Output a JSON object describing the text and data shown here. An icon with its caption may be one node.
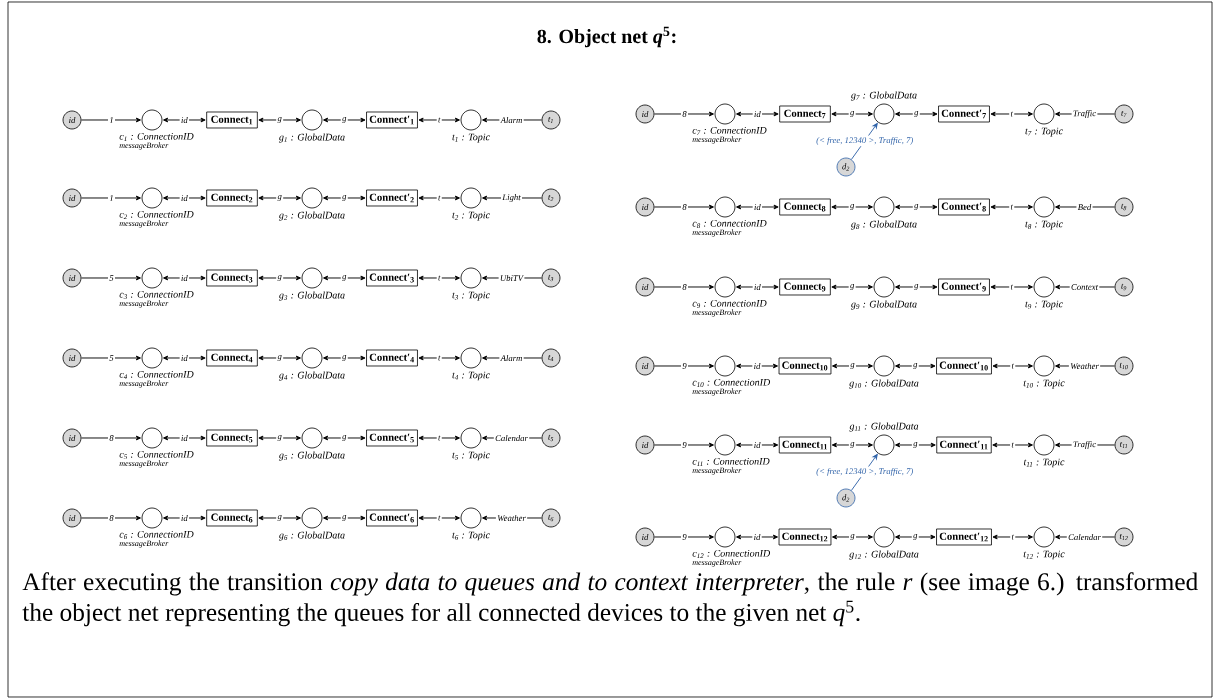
{
  "diagram": {
    "title": "8. Object net *q*$^{5}$:",
    "caption": "After executing the transition *copy data to queues and to context interpreter*, the rule *r* (see image 6.) transformed the object net representing the queues for all connected devices to the given net *q*$^{5}$.",
    "nodes": [
      {
        "text": [
          "id"
        ]
      },
      {
        "text": [],
        "shape": "circle",
        "beside": [
          "c$_{1}$ : ConnectionID",
          "messageBroker"
        ]
      },
      {
        "text": [
          "Connect$_{1}$"
        ]
      },
      {
        "text": [],
        "shape": "circle",
        "beside": [
          "g$_{1}$ : GlobalData"
        ]
      },
      {
        "text": [
          "Connect′$_{1}$"
        ]
      },
      {
        "text": [],
        "shape": "circle",
        "beside": [
          "t$_{1}$ : Topic"
        ]
      },
      {
        "text": [
          "t$_{1}$"
        ]
      },
      {
        "text": [
          "id"
        ]
      },
      {
        "text": [],
        "shape": "circle",
        "beside": [
          "c$_{2}$ : ConnectionID",
          "messageBroker"
        ]
      },
      {
        "text": [
          "Connect$_{2}$"
        ]
      },
      {
        "text": [],
        "shape": "circle",
        "beside": [
          "g$_{2}$ : GlobalData"
        ]
      },
      {
        "text": [
          "Connect′$_{2}$"
        ]
      },
      {
        "text": [],
        "shape": "circle",
        "beside": [
          "t$_{2}$ : Topic"
        ]
      },
      {
        "text": [
          "t$_{2}$"
        ]
      },
      {
        "text": [
          "id"
        ]
      },
      {
        "text": [],
        "shape": "circle",
        "beside": [
          "c$_{3}$ : ConnectionID",
          "messageBroker"
        ]
      },
      {
        "text": [
          "Connect$_{3}$"
        ]
      },
      {
        "text": [],
        "shape": "circle",
        "beside": [
          "g$_{3}$ : GlobalData"
        ]
      },
      {
        "text": [
          "Connect′$_{3}$"
        ]
      },
      {
        "text": [],
        "shape": "circle",
        "beside": [
          "t$_{3}$ : Topic"
        ]
      },
      {
        "text": [
          "t$_{3}$"
        ]
      },
      {
        "text": [
          "id"
        ]
      },
      {
        "text": [],
        "shape": "circle",
        "beside": [
          "c$_{4}$ : ConnectionID",
          "messageBroker"
        ]
      },
      {
        "text": [
          "Connect$_{4}$"
        ]
      },
      {
        "text": [],
        "shape": "circle",
        "beside": [
          "g$_{4}$ : GlobalData"
        ]
      },
      {
        "text": [
          "Connect′$_{4}$"
        ]
      },
      {
        "text": [],
        "shape": "circle",
        "beside": [
          "t$_{4}$ : Topic"
        ]
      },
      {
        "text": [
          "t$_{4}$"
        ]
      },
      {
        "text": [
          "id"
        ]
      },
      {
        "text": [],
        "shape": "circle",
        "beside": [
          "c$_{5}$ : ConnectionID",
          "messageBroker"
        ]
      },
      {
        "text": [
          "Connect$_{5}$"
        ]
      },
      {
        "text": [],
        "shape": "circle",
        "beside": [
          "g$_{5}$ : GlobalData"
        ]
      },
      {
        "text": [
          "Connect′$_{5}$"
        ]
      },
      {
        "text": [],
        "shape": "circle",
        "beside": [
          "t$_{5}$ : Topic"
        ]
      },
      {
        "text": [
          "t$_{5}$"
        ]
      },
      {
        "text": [
          "id"
        ]
      },
      {
        "text": [],
        "shape": "circle",
        "beside": [
          "c$_{6}$ : ConnectionID",
          "messageBroker"
        ]
      },
      {
        "text": [
          "Connect$_{6}$"
        ]
      },
      {
        "text": [],
        "shape": "circle",
        "beside": [
          "g$_{6}$ : GlobalData"
        ]
      },
      {
        "text": [
          "Connect′$_{6}$"
        ]
      },
      {
        "text": [],
        "shape": "circle",
        "beside": [
          "t$_{6}$ : Topic"
        ]
      },
      {
        "text": [
          "t$_{6}$"
        ]
      },
      {
        "text": [
          "id"
        ]
      },
      {
        "text": [],
        "shape": "circle",
        "beside": [
          "c$_{7}$ : ConnectionID",
          "messageBroker"
        ]
      },
      {
        "text": [
          "Connect$_{7}$"
        ]
      },
      {
        "text": [],
        "shape": "circle",
        "beside": [
          "g$_{7}$ : GlobalData"
        ]
      },
      {
        "text": [
          "Connect′$_{7}$"
        ]
      },
      {
        "text": [],
        "shape": "circle",
        "beside": [
          "t$_{7}$ : Topic"
        ]
      },
      {
        "text": [
          "t$_{7}$"
        ]
      },
      {
        "text": [
          "d$_{2}$"
        ]
      },
      {
        "text": [
          "id"
        ]
      },
      {
        "text": [],
        "shape": "circle",
        "beside": [
          "c$_{8}$ : ConnectionID",
          "messageBroker"
        ]
      },
      {
        "text": [
          "Connect$_{8}$"
        ]
      },
      {
        "text": [],
        "shape": "circle",
        "beside": [
          "g$_{8}$ : GlobalData"
        ]
      },
      {
        "text": [
          "Connect′$_{8}$"
        ]
      },
      {
        "text": [],
        "shape": "circle",
        "beside": [
          "t$_{8}$ : Topic"
        ]
      },
      {
        "text": [
          "t$_{8}$"
        ]
      },
      {
        "text": [
          "id"
        ]
      },
      {
        "text": [],
        "shape": "circle",
        "beside": [
          "c$_{9}$ : ConnectionID",
          "messageBroker"
        ]
      },
      {
        "text": [
          "Connect$_{9}$"
        ]
      },
      {
        "text": [],
        "shape": "circle",
        "beside": [
          "g$_{9}$ : GlobalData"
        ]
      },
      {
        "text": [
          "Connect′$_{9}$"
        ]
      },
      {
        "text": [],
        "shape": "circle",
        "beside": [
          "t$_{9}$ : Topic"
        ]
      },
      {
        "text": [
          "t$_{9}$"
        ]
      },
      {
        "text": [
          "id"
        ]
      },
      {
        "text": [],
        "shape": "circle",
        "beside": [
          "c$_{10}$ : ConnectionID",
          "messageBroker"
        ]
      },
      {
        "text": [
          "Connect$_{10}$"
        ]
      },
      {
        "text": [],
        "shape": "circle",
        "beside": [
          "g$_{10}$ : GlobalData"
        ]
      },
      {
        "text": [
          "Connect′$_{10}$"
        ]
      },
      {
        "text": [],
        "shape": "circle",
        "beside": [
          "t$_{10}$ : Topic"
        ]
      },
      {
        "text": [
          "t$_{10}$"
        ]
      },
      {
        "text": [
          "id"
        ]
      },
      {
        "text": [],
        "shape": "circle",
        "beside": [
          "c$_{11}$ : ConnectionID",
          "messageBroker"
        ]
      },
      {
        "text": [
          "Connect$_{11}$"
        ]
      },
      {
        "text": [],
        "shape": "circle",
        "beside": [
          "g$_{11}$ : GlobalData"
        ]
      },
      {
        "text": [
          "Connect′$_{11}$"
        ]
      },
      {
        "text": [],
        "shape": "circle",
        "beside": [
          "t$_{11}$ : Topic"
        ]
      },
      {
        "text": [
          "t$_{11}$"
        ]
      },
      {
        "text": [
          "d$_{2}$"
        ]
      },
      {
        "text": [
          "id"
        ]
      },
      {
        "text": [],
        "shape": "circle",
        "beside": [
          "c$_{12}$ : ConnectionID",
          "messageBroker"
        ]
      },
      {
        "text": [
          "Connect$_{12}$"
        ]
      },
      {
        "text": [],
        "shape": "circle",
        "beside": [
          "g$_{12}$ : GlobalData"
        ]
      },
      {
        "text": [
          "Connect′$_{12}$"
        ]
      },
      {
        "text": [],
        "shape": "circle",
        "beside": [
          "t$_{12}$ : Topic"
        ]
      },
      {
        "text": [
          "t$_{12}$"
        ]
      }
    ],
    "edges": [
      {
        "from": 0,
        "to": 1,
        "arrow": "to",
        "label": "1"
      },
      {
        "from": 1,
        "to": 2,
        "arrow": "both",
        "label": "id"
      },
      {
        "from": 2,
        "to": 3,
        "arrow": "both",
        "label": "g"
      },
      {
        "from": 3,
        "to": 4,
        "arrow": "both",
        "label": "g"
      },
      {
        "from": 4,
        "to": 5,
        "arrow": "both",
        "label": "t"
      },
      {
        "from": 6,
        "to": 5,
        "arrow": "to",
        "label": "Alarm"
      },
      {
        "from": 7,
        "to": 8,
        "arrow": "to",
        "label": "1"
      },
      {
        "from": 8,
        "to": 9,
        "arrow": "both",
        "label": "id"
      },
      {
        "from": 9,
        "to": 10,
        "arrow": "both",
        "label": "g"
      },
      {
        "from": 10,
        "to": 11,
        "arrow": "both",
        "label": "g"
      },
      {
        "from": 11,
        "to": 12,
        "arrow": "both",
        "label": "t"
      },
      {
        "from": 13,
        "to": 12,
        "arrow": "to",
        "label": "Light"
      },
      {
        "from": 14,
        "to": 15,
        "arrow": "to",
        "label": "5"
      },
      {
        "from": 15,
        "to": 16,
        "arrow": "both",
        "label": "id"
      },
      {
        "from": 16,
        "to": 17,
        "arrow": "both",
        "label": "g"
      },
      {
        "from": 17,
        "to": 18,
        "arrow": "both",
        "label": "g"
      },
      {
        "from": 18,
        "to": 19,
        "arrow": "both",
        "label": "t"
      },
      {
        "from": 20,
        "to": 19,
        "arrow": "to",
        "label": "UbiTV"
      },
      {
        "from": 21,
        "to": 22,
        "arrow": "to",
        "label": "5"
      },
      {
        "from": 22,
        "to": 23,
        "arrow": "both",
        "label": "id"
      },
      {
        "from": 23,
        "to": 24,
        "arrow": "both",
        "label": "g"
      },
      {
        "from": 24,
        "to": 25,
        "arrow": "both",
        "label": "g"
      },
      {
        "from": 25,
        "to": 26,
        "arrow": "both",
        "label": "t"
      },
      {
        "from": 27,
        "to": 26,
        "arrow": "to",
        "label": "Alarm"
      },
      {
        "from": 28,
        "to": 29,
        "arrow": "to",
        "label": "8"
      },
      {
        "from": 29,
        "to": 30,
        "arrow": "both",
        "label": "id"
      },
      {
        "from": 30,
        "to": 31,
        "arrow": "both",
        "label": "g"
      },
      {
        "from": 31,
        "to": 32,
        "arrow": "both",
        "label": "g"
      },
      {
        "from": 32,
        "to": 33,
        "arrow": "both",
        "label": "t"
      },
      {
        "from": 34,
        "to": 33,
        "arrow": "to",
        "label": "Calendar"
      },
      {
        "from": 35,
        "to": 36,
        "arrow": "to",
        "label": "8"
      },
      {
        "from": 36,
        "to": 37,
        "arrow": "both",
        "label": "id"
      },
      {
        "from": 37,
        "to": 38,
        "arrow": "both",
        "label": "g"
      },
      {
        "from": 38,
        "to": 39,
        "arrow": "both",
        "label": "g"
      },
      {
        "from": 39,
        "to": 40,
        "arrow": "both",
        "label": "t"
      },
      {
        "from": 41,
        "to": 40,
        "arrow": "to",
        "label": "Weather"
      },
      {
        "from": 42,
        "to": 43,
        "arrow": "to",
        "label": "8"
      },
      {
        "from": 43,
        "to": 44,
        "arrow": "both",
        "label": "id"
      },
      {
        "from": 44,
        "to": 45,
        "arrow": "both",
        "label": "g"
      },
      {
        "from": 45,
        "to": 46,
        "arrow": "both",
        "label": "g"
      },
      {
        "from": 46,
        "to": 47,
        "arrow": "both",
        "label": "t"
      },
      {
        "from": 48,
        "to": 47,
        "arrow": "to",
        "label": "Traffic"
      },
      {
        "from": 49,
        "to": 45,
        "arrow": "to",
        "label": "(< free, 12340 >, Traffic, 7)",
        "color": "#2f62a8"
      },
      {
        "from": 50,
        "to": 51,
        "arrow": "to",
        "label": "8"
      },
      {
        "from": 51,
        "to": 52,
        "arrow": "both",
        "label": "id"
      },
      {
        "from": 52,
        "to": 53,
        "arrow": "both",
        "label": "g"
      },
      {
        "from": 53,
        "to": 54,
        "arrow": "both",
        "label": "g"
      },
      {
        "from": 54,
        "to": 55,
        "arrow": "both",
        "label": "t"
      },
      {
        "from": 56,
        "to": 55,
        "arrow": "to",
        "label": "Bed"
      },
      {
        "from": 57,
        "to": 58,
        "arrow": "to",
        "label": "8"
      },
      {
        "from": 58,
        "to": 59,
        "arrow": "both",
        "label": "id"
      },
      {
        "from": 59,
        "to": 60,
        "arrow": "both",
        "label": "g"
      },
      {
        "from": 60,
        "to": 61,
        "arrow": "both",
        "label": "g"
      },
      {
        "from": 61,
        "to": 62,
        "arrow": "both",
        "label": "t"
      },
      {
        "from": 63,
        "to": 62,
        "arrow": "to",
        "label": "Context"
      },
      {
        "from": 64,
        "to": 65,
        "arrow": "to",
        "label": "9"
      },
      {
        "from": 65,
        "to": 66,
        "arrow": "both",
        "label": "id"
      },
      {
        "from": 66,
        "to": 67,
        "arrow": "both",
        "label": "g"
      },
      {
        "from": 67,
        "to": 68,
        "arrow": "both",
        "label": "g"
      },
      {
        "from": 68,
        "to": 69,
        "arrow": "both",
        "label": "t"
      },
      {
        "from": 70,
        "to": 69,
        "arrow": "to",
        "label": "Weather"
      },
      {
        "from": 71,
        "to": 72,
        "arrow": "to",
        "label": "9"
      },
      {
        "from": 72,
        "to": 73,
        "arrow": "both",
        "label": "id"
      },
      {
        "from": 73,
        "to": 74,
        "arrow": "both",
        "label": "g"
      },
      {
        "from": 74,
        "to": 75,
        "arrow": "both",
        "label": "g"
      },
      {
        "from": 75,
        "to": 76,
        "arrow": "both",
        "label": "t"
      },
      {
        "from": 77,
        "to": 76,
        "arrow": "to",
        "label": "Traffic"
      },
      {
        "from": 78,
        "to": 74,
        "arrow": "to",
        "label": "(< free, 12340 >, Traffic, 7)",
        "color": "#2f62a8"
      },
      {
        "from": 79,
        "to": 80,
        "arrow": "to",
        "label": "9"
      },
      {
        "from": 80,
        "to": 81,
        "arrow": "both",
        "label": "id"
      },
      {
        "from": 81,
        "to": 82,
        "arrow": "both",
        "label": "g"
      },
      {
        "from": 82,
        "to": 83,
        "arrow": "both",
        "label": "g"
      },
      {
        "from": 83,
        "to": 84,
        "arrow": "both",
        "label": "t"
      },
      {
        "from": 85,
        "to": 84,
        "arrow": "to",
        "label": "Calendar"
      }
    ]
  }
}
